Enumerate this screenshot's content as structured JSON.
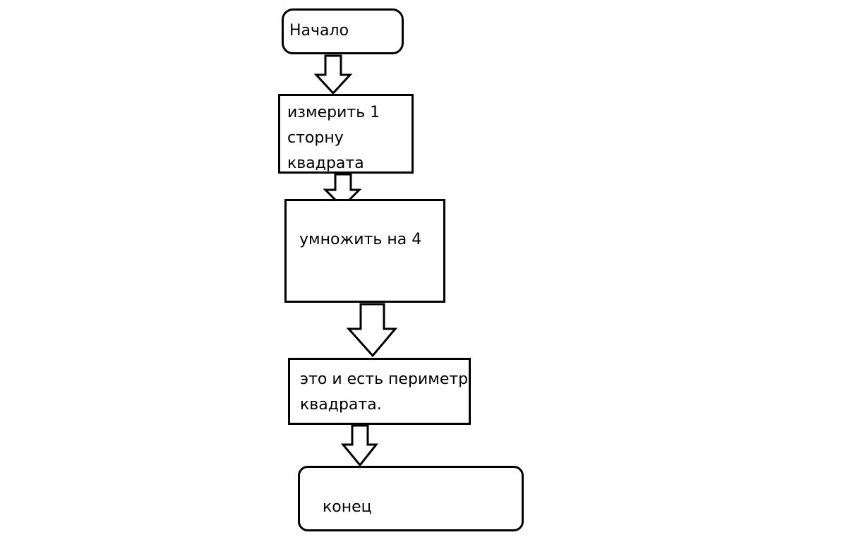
{
  "diagram": {
    "type": "flowchart",
    "nodes": [
      {
        "id": "start",
        "shape": "rounded-rectangle",
        "label": "Начало"
      },
      {
        "id": "measure",
        "shape": "rectangle",
        "label": "измерить 1\nсторну\nквадрата"
      },
      {
        "id": "multiply",
        "shape": "rectangle",
        "label": "умножить на 4"
      },
      {
        "id": "result",
        "shape": "rectangle",
        "label": "это и есть периметр\nквадрата."
      },
      {
        "id": "end",
        "shape": "rounded-rectangle",
        "label": "конец"
      }
    ],
    "edges": [
      {
        "from": "start",
        "to": "measure",
        "style": "hollow-block-arrow"
      },
      {
        "from": "measure",
        "to": "multiply",
        "style": "hollow-block-arrow"
      },
      {
        "from": "multiply",
        "to": "result",
        "style": "hollow-block-arrow"
      },
      {
        "from": "result",
        "to": "end",
        "style": "hollow-block-arrow"
      }
    ],
    "colors": {
      "stroke": "#000000",
      "fill": "#ffffff",
      "background": "#ffffff"
    }
  }
}
